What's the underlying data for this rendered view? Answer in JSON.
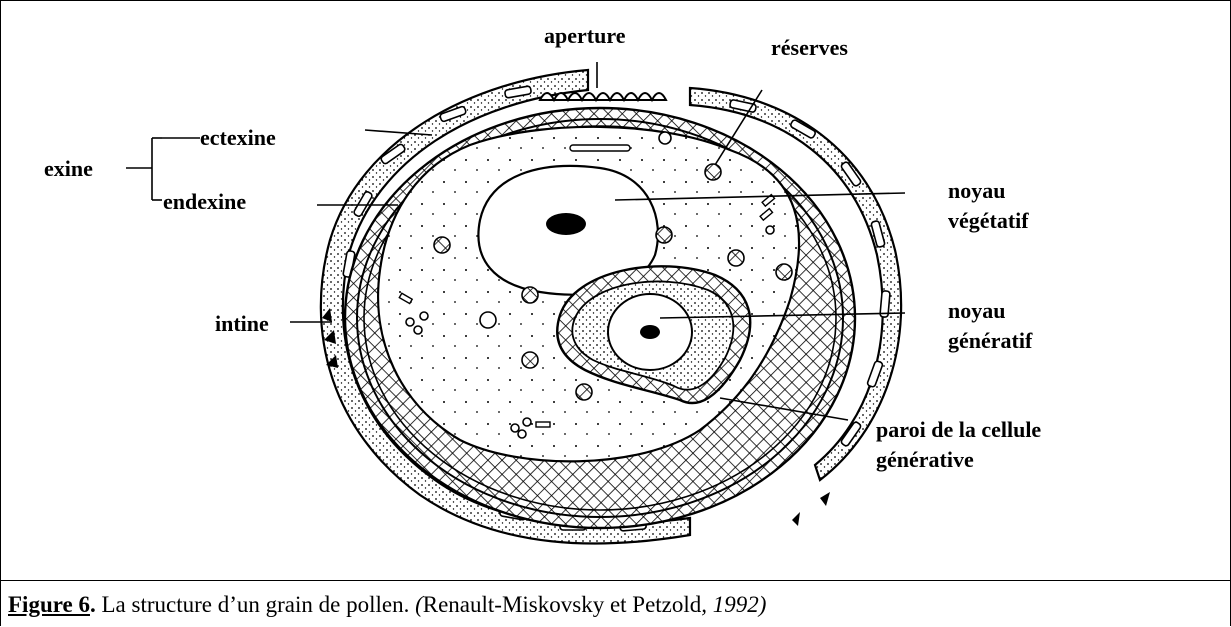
{
  "diagram": {
    "labels": {
      "aperture": "aperture",
      "reserves": "réserves",
      "ectexine": "ectexine",
      "exine": "exine",
      "endexine": "endexine",
      "noyau_vegetatif_1": "noyau",
      "noyau_vegetatif_2": "végétatif",
      "intine": "intine",
      "noyau_generatif_1": "noyau",
      "noyau_generatif_2": "génératif",
      "paroi_1": "paroi de la cellule",
      "paroi_2": "générative"
    },
    "colors": {
      "ink": "#000000",
      "background": "#ffffff"
    }
  },
  "caption": {
    "figure": "Figure 6",
    "dot": ".",
    "text": " La structure d’un grain de pollen. ",
    "paren_open": "(",
    "authors": "Renault-Miskovsky et Petzold",
    "comma": ", ",
    "year": "1992)"
  }
}
